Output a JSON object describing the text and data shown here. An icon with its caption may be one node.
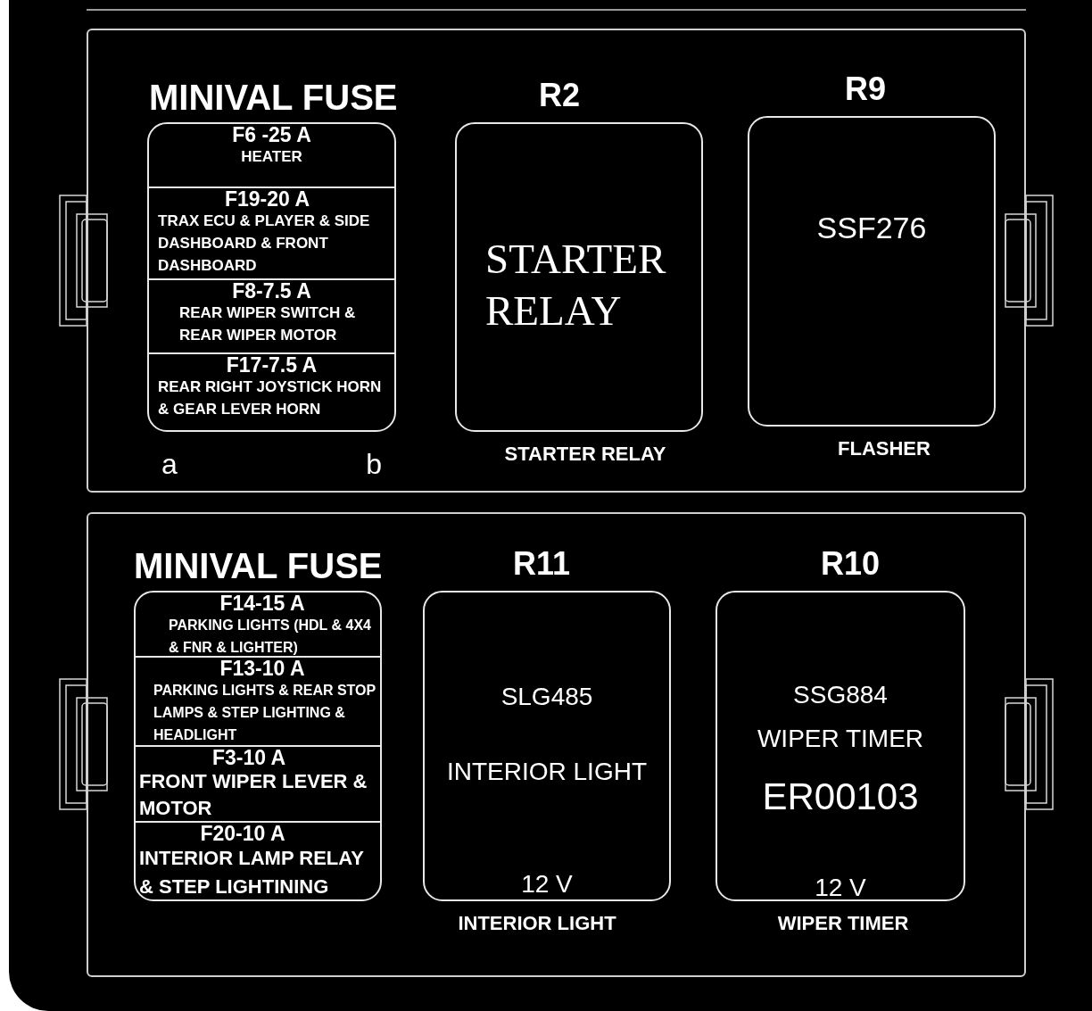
{
  "diagram": {
    "nodes": [
      {
        "text": [],
        "shape": "box"
      },
      {
        "text": [
          "MINIVAL FUSE"
        ],
        "in": 0,
        "beside": [
          "a",
          "b"
        ]
      },
      {
        "text": [
          "F6 -25 A",
          "HEATER"
        ],
        "in": 1
      },
      {
        "text": [
          "F19-20 A",
          "TRAX ECU & PLAYER & SIDE DASHBOARD & FRONT DASHBOARD"
        ],
        "in": 1
      },
      {
        "text": [
          "F8-7.5 A",
          "REAR WIPER SWITCH & REAR WIPER MOTOR"
        ],
        "in": 1
      },
      {
        "text": [
          "F17-7.5 A",
          "REAR RIGHT JOYSTICK HORN & GEAR LEVER HORN"
        ],
        "in": 1
      },
      {
        "text": [
          "R2",
          "STARTER RELAY"
        ],
        "in": 0,
        "beside": [
          "STARTER RELAY"
        ]
      },
      {
        "text": [
          "R9",
          "SSF276"
        ],
        "in": 0,
        "beside": [
          "FLASHER"
        ]
      },
      {
        "text": [],
        "shape": "box"
      },
      {
        "text": [
          "MINIVAL FUSE"
        ],
        "in": 8
      },
      {
        "text": [
          "F14-15 A",
          "PARKING LIGHTS (HDL & 4X4 & FNR & LIGHTER)"
        ],
        "in": 9
      },
      {
        "text": [
          "F13-10 A",
          "PARKING LIGHTS & REAR STOP LAMPS & STEP LIGHTING & HEADLIGHT"
        ],
        "in": 9
      },
      {
        "text": [
          "F3-10 A",
          "FRONT WIPER LEVER & MOTOR"
        ],
        "in": 9
      },
      {
        "text": [
          "F20-10 A",
          "INTERIOR LAMP RELAY & STEP LIGHTINING"
        ],
        "in": 9
      },
      {
        "text": [
          "R11",
          "SLG485",
          "INTERIOR LIGHT",
          "12 V"
        ],
        "in": 8,
        "beside": [
          "INTERIOR LIGHT"
        ]
      },
      {
        "text": [
          "R10",
          "SSG884",
          "WIPER TIMER",
          "ER00103",
          "12 V"
        ],
        "in": 8,
        "beside": [
          "WIPER TIMER"
        ]
      }
    ]
  }
}
